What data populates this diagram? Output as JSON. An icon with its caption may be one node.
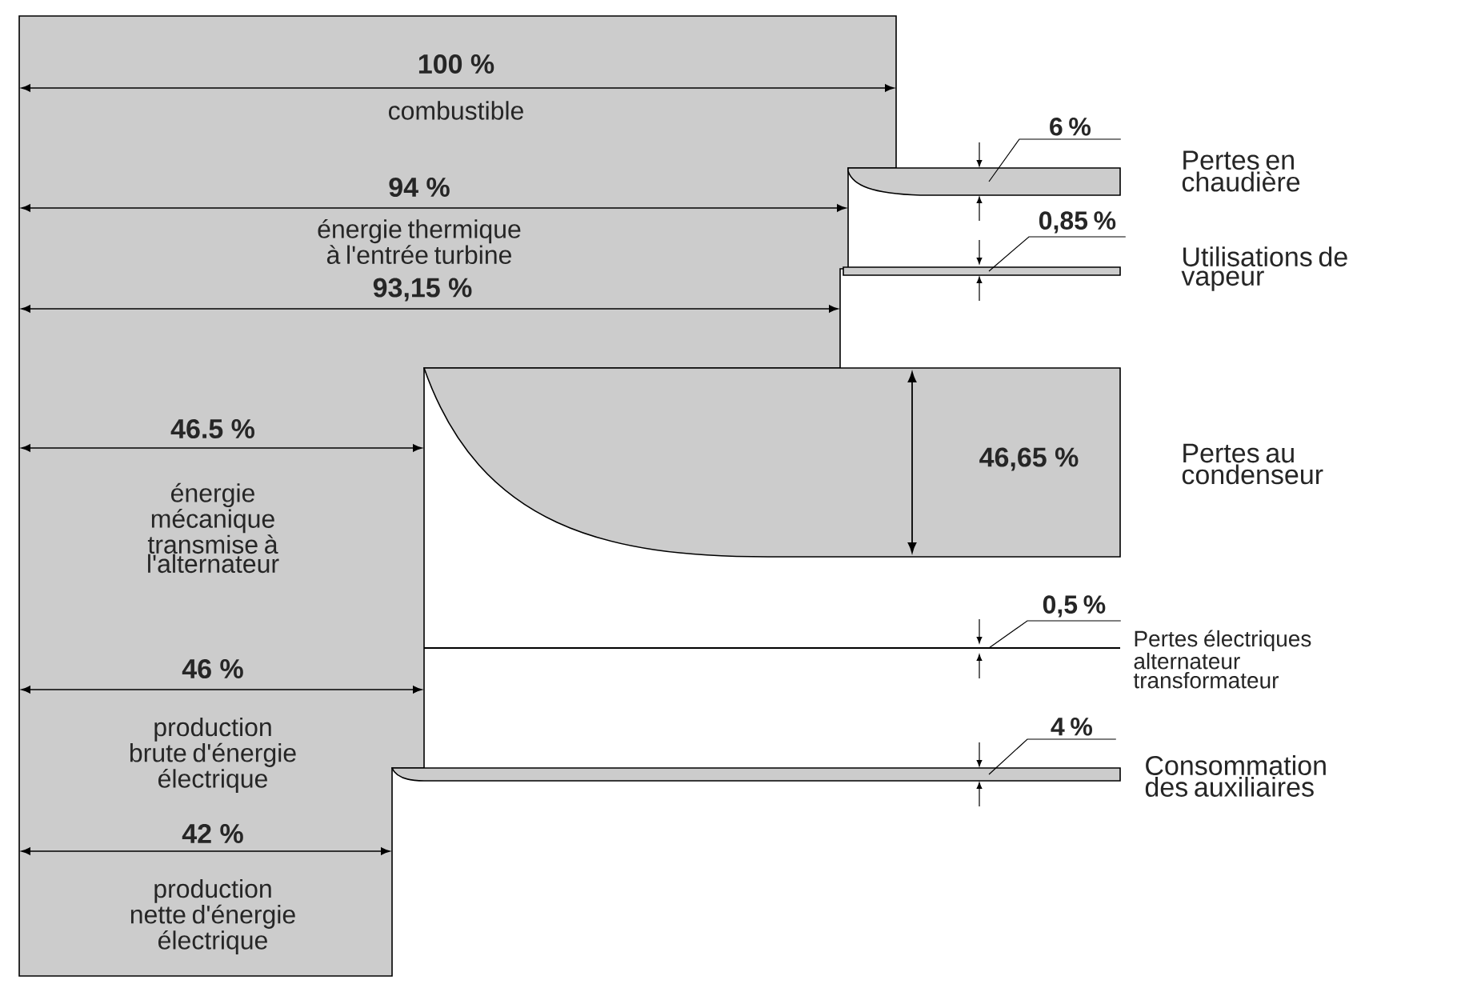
{
  "diagram": {
    "nodes": [
      {
        "text": [
          "6 %"
        ]
      },
      {
        "text": [],
        "shape": "band",
        "beside": [
          "Pertes en chaudière"
        ]
      },
      {
        "text": [
          "0,85 %"
        ]
      },
      {
        "text": [],
        "shape": "band",
        "beside": [
          "Utilisations de vapeur"
        ]
      },
      {
        "text": [],
        "shape": "band",
        "beside": [
          "Pertes au condenseur"
        ]
      },
      {
        "text": [
          "0,5 %"
        ]
      },
      {
        "text": [],
        "shape": "band",
        "beside": [
          "Pertes électriques alternateur transformateur"
        ]
      },
      {
        "text": [
          "4 %"
        ]
      },
      {
        "text": [],
        "shape": "band",
        "beside": [
          "Consommation des auxiliaires"
        ]
      }
    ],
    "edges": [
      {
        "from": 0,
        "to": 1,
        "arrow": "none"
      },
      {
        "from": 2,
        "to": 3,
        "arrow": "none"
      },
      {
        "from": 5,
        "to": 6,
        "arrow": "none"
      },
      {
        "from": 7,
        "to": 8,
        "arrow": "none"
      }
    ],
    "labels": [
      "100 %",
      "combustible",
      "94 %",
      "énergie thermique à l'entrée turbine",
      "93,15 %",
      "46.5 %",
      "46,65 %",
      "énergie mécanique transmise à l'alternateur",
      "46 %",
      "production brute d'énergie électrique",
      "42 %",
      "production nette d'énergie électrique"
    ]
  }
}
